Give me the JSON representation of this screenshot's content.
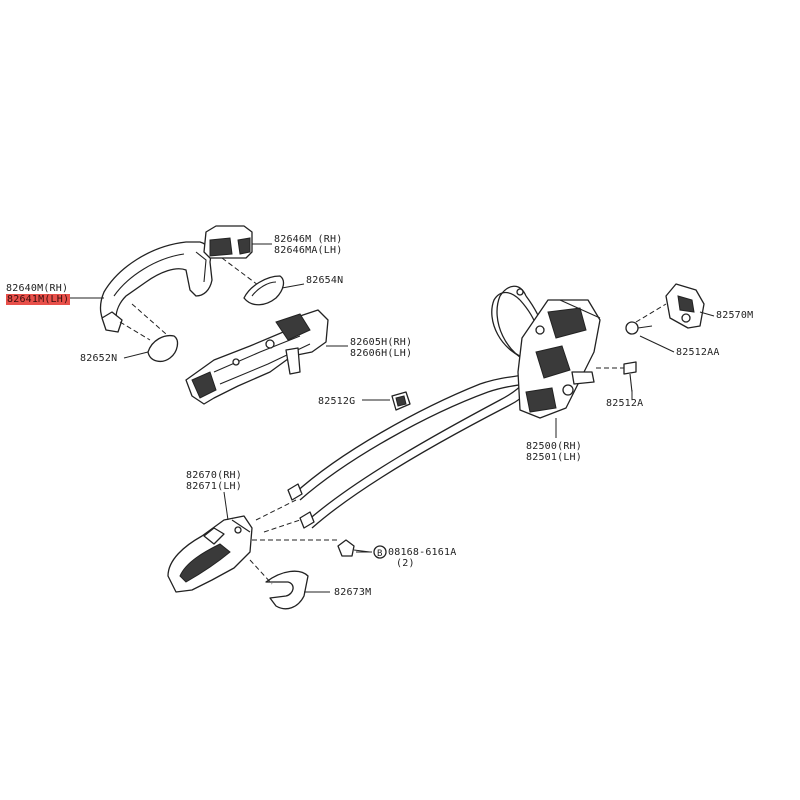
{
  "labels": {
    "outside_handle": [
      "82640M(RH)",
      "82641M(LH)"
    ],
    "handle_gasket": "82652N",
    "escutcheon": [
      "82646M (RH)",
      "82646MA(LH)"
    ],
    "escutcheon_gasket": "82654N",
    "handle_bracket": [
      "82605H(RH)",
      "82606H(LH)"
    ],
    "clip": "82512G",
    "lock_actuator": [
      "82500(RH)",
      "82501(LH)"
    ],
    "striker": "82570M",
    "striker_bolt": "82512AA",
    "lock_screw": "82512A",
    "inside_handle": [
      "82670(RH)",
      "82671(LH)"
    ],
    "bolt": [
      "08168-6161A",
      "(2)"
    ],
    "inside_bezel": "82673M",
    "bolt_marker": "B"
  },
  "colors": {
    "highlight": "#e8504a",
    "line": "#222222"
  }
}
